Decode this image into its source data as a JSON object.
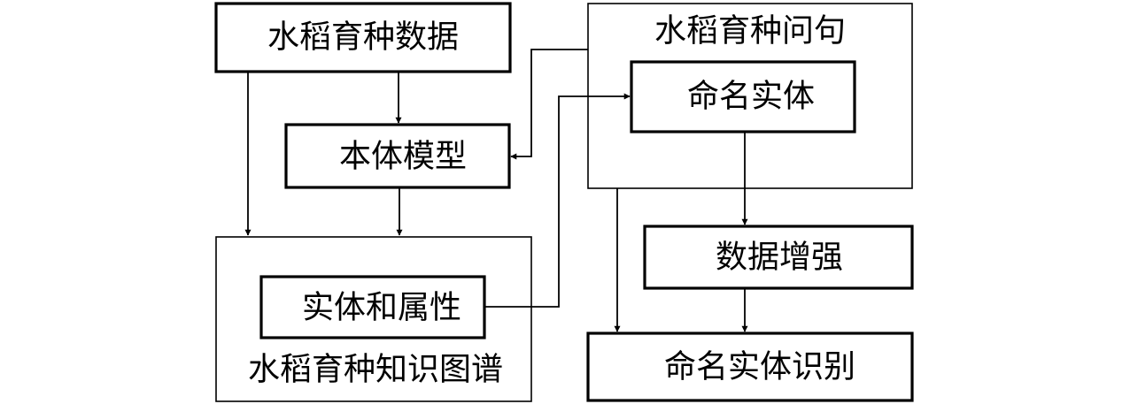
{
  "nodes": {
    "breeding_data": "水稻育种数据",
    "ontology_model": "本体模型",
    "knowledge_graph": "水稻育种知识图谱",
    "entities_attributes": "实体和属性",
    "breeding_questions": "水稻育种问句",
    "named_entity": "命名实体",
    "data_augmentation": "数据增强",
    "ner": "命名实体识别"
  }
}
